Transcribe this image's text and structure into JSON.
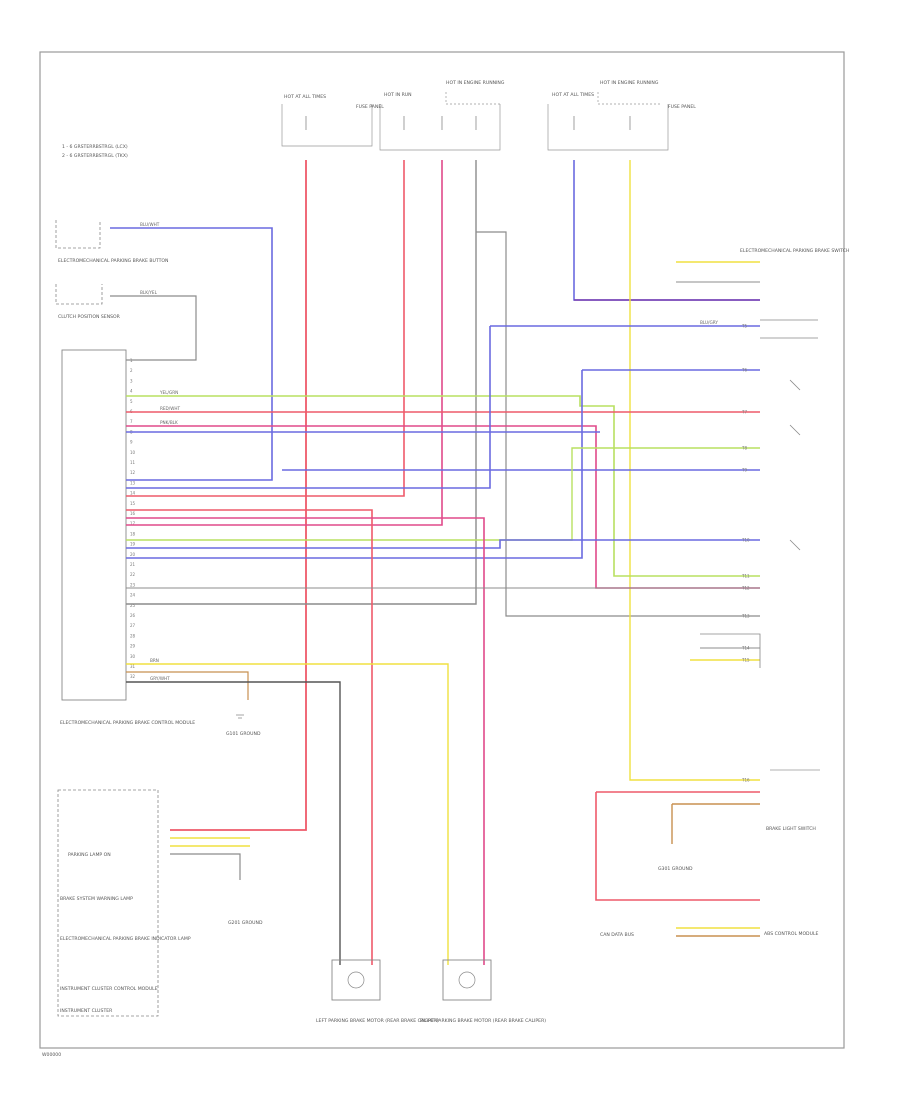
{
  "page_code": "W00000",
  "colors": {
    "blue": "#6a6ae0",
    "red": "#ee5a6a",
    "pink": "#e04a8a",
    "yellow": "#f0e040",
    "green": "#b8e060",
    "black": "#555555",
    "gray": "#8c8c8c",
    "brown": "#c89050",
    "violet": "#7a3fb0"
  },
  "legend": [
    "1 - 6 GRSTERRBSTRGL (LCX)",
    "2 - 6 GRSTERRBSTRGL (TKX)"
  ],
  "fuse_labels": [
    {
      "text": "HOT AT ALL TIMES"
    },
    {
      "text": "FUSE PANEL"
    },
    {
      "text": "HOT IN RUN"
    },
    {
      "text": "HOT IN ENGINE RUNNING"
    },
    {
      "text": "HOT AT ALL TIMES"
    },
    {
      "text": "HOT IN ENGINE RUNNING"
    },
    {
      "text": "FUSE PANEL"
    }
  ],
  "components": {
    "parking_button": "ELECTROMECHANICAL PARKING BRAKE BUTTON",
    "clutch_sensor": "CLUTCH POSITION SENSOR",
    "control_module": "ELECTROMECHANICAL PARKING BRAKE CONTROL MODULE",
    "ground_left": "G101 GROUND",
    "ground_center": "G201 GROUND",
    "instrument_cluster": "INSTRUMENT CLUSTER",
    "cluster_items": [
      "PARKING LAMP ON",
      "BRAKE SYSTEM WARNING LAMP",
      "ELECTROMECHANICAL PARKING BRAKE INDICATOR LAMP",
      "INSTRUMENT CLUSTER CONTROL MODULE"
    ],
    "left_motor": "LEFT PARKING BRAKE MOTOR (REAR BRAKE CALIPER)",
    "right_motor": "RIGHT PARKING BRAKE MOTOR (REAR BRAKE CALIPER)",
    "parking_switch": "ELECTROMECHANICAL PARKING BRAKE SWITCH",
    "brake_switch": "BRAKE LIGHT SWITCH",
    "right_ground": "G301 GROUND",
    "data_bus": "CAN DATA BUS",
    "abs_module": "ABS CONTROL MODULE"
  },
  "wire_labels": {
    "blue_a": "BLU/WHT",
    "black_a": "BLK/YEL",
    "yellow_a": "YEL/GRN",
    "red_a": "RED/WHT",
    "pink_a": "PNK/BLK",
    "blue_b": "BLU/GRY",
    "brown_a": "BRN",
    "gray_a": "GRY/WHT"
  },
  "pins": [
    "1",
    "2",
    "3",
    "4",
    "5",
    "6",
    "7",
    "8",
    "9",
    "10",
    "11",
    "12",
    "13",
    "14",
    "15",
    "16",
    "17",
    "18",
    "19",
    "20",
    "21",
    "22",
    "23",
    "24",
    "25",
    "26",
    "27",
    "28",
    "29",
    "30",
    "31",
    "32"
  ],
  "right_pins": [
    "T5",
    "T6",
    "T7",
    "T8",
    "T9",
    "T10",
    "T11",
    "T12",
    "T13",
    "T14",
    "T15",
    "T16"
  ]
}
